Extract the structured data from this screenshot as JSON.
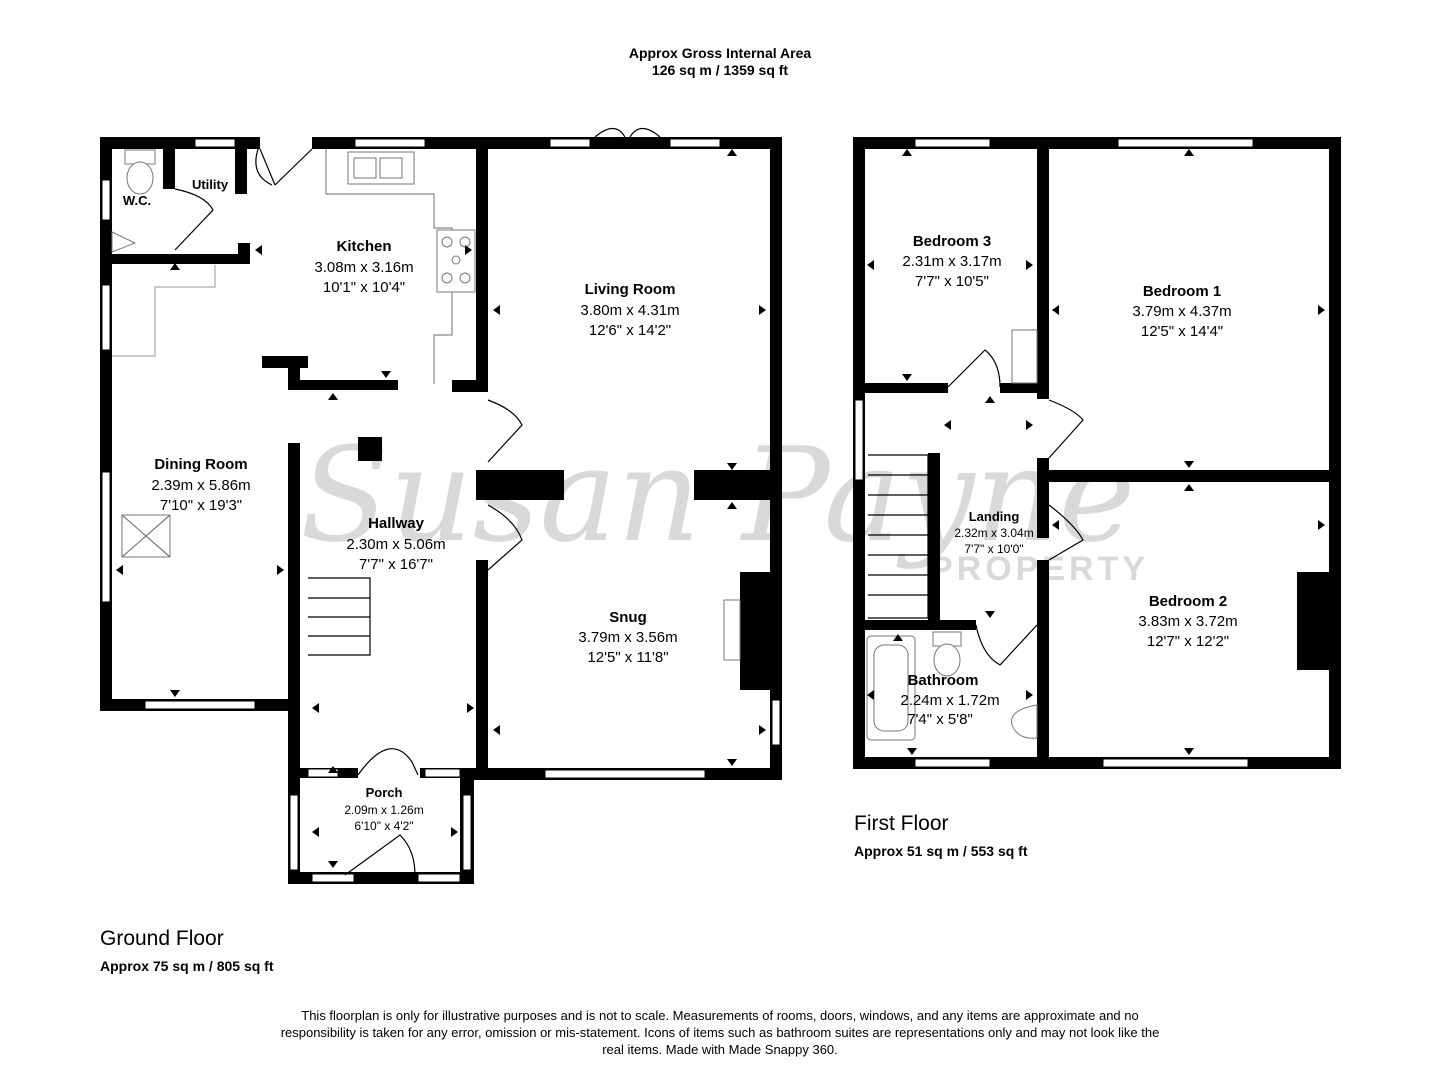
{
  "header": {
    "line1": "Approx Gross Internal Area",
    "line2": "126 sq m / 1359 sq ft"
  },
  "watermark": {
    "script": "Susan Payne",
    "word": "PROPERTY"
  },
  "ground_floor": {
    "title": "Ground Floor",
    "area": "Approx 75 sq m / 805 sq ft",
    "rooms": {
      "wc": {
        "name": "W.C."
      },
      "utility": {
        "name": "Utility"
      },
      "kitchen": {
        "name": "Kitchen",
        "metric": "3.08m x 3.16m",
        "imperial": "10'1\" x 10'4\""
      },
      "living": {
        "name": "Living Room",
        "metric": "3.80m x 4.31m",
        "imperial": "12'6\" x 14'2\""
      },
      "dining": {
        "name": "Dining Room",
        "metric": "2.39m x 5.86m",
        "imperial": "7'10\" x 19'3\""
      },
      "hallway": {
        "name": "Hallway",
        "metric": "2.30m x 5.06m",
        "imperial": "7'7\" x 16'7\""
      },
      "snug": {
        "name": "Snug",
        "metric": "3.79m x 3.56m",
        "imperial": "12'5\" x 11'8\""
      },
      "porch": {
        "name": "Porch",
        "metric": "2.09m x 1.26m",
        "imperial": "6'10\" x 4'2\""
      }
    }
  },
  "first_floor": {
    "title": "First Floor",
    "area": "Approx 51 sq m / 553 sq ft",
    "rooms": {
      "bedroom3": {
        "name": "Bedroom 3",
        "metric": "2.31m x 3.17m",
        "imperial": "7'7\" x 10'5\""
      },
      "bedroom1": {
        "name": "Bedroom 1",
        "metric": "3.79m x 4.37m",
        "imperial": "12'5\" x 14'4\""
      },
      "landing": {
        "name": "Landing",
        "metric": "2.32m x 3.04m",
        "imperial": "7'7\" x 10'0\""
      },
      "bedroom2": {
        "name": "Bedroom 2",
        "metric": "3.83m x 3.72m",
        "imperial": "12'7\" x 12'2\""
      },
      "bathroom": {
        "name": "Bathroom",
        "metric": "2.24m x 1.72m",
        "imperial": "7'4\" x 5'8\""
      }
    }
  },
  "disclaimer": "This floorplan is only for illustrative purposes and is not to scale. Measurements of rooms, doors, windows, and any items are approximate and no responsibility is taken for any error, omission or mis-statement. Icons of items such as bathroom suites are representations only and may not look like the real items. Made with Made Snappy 360."
}
